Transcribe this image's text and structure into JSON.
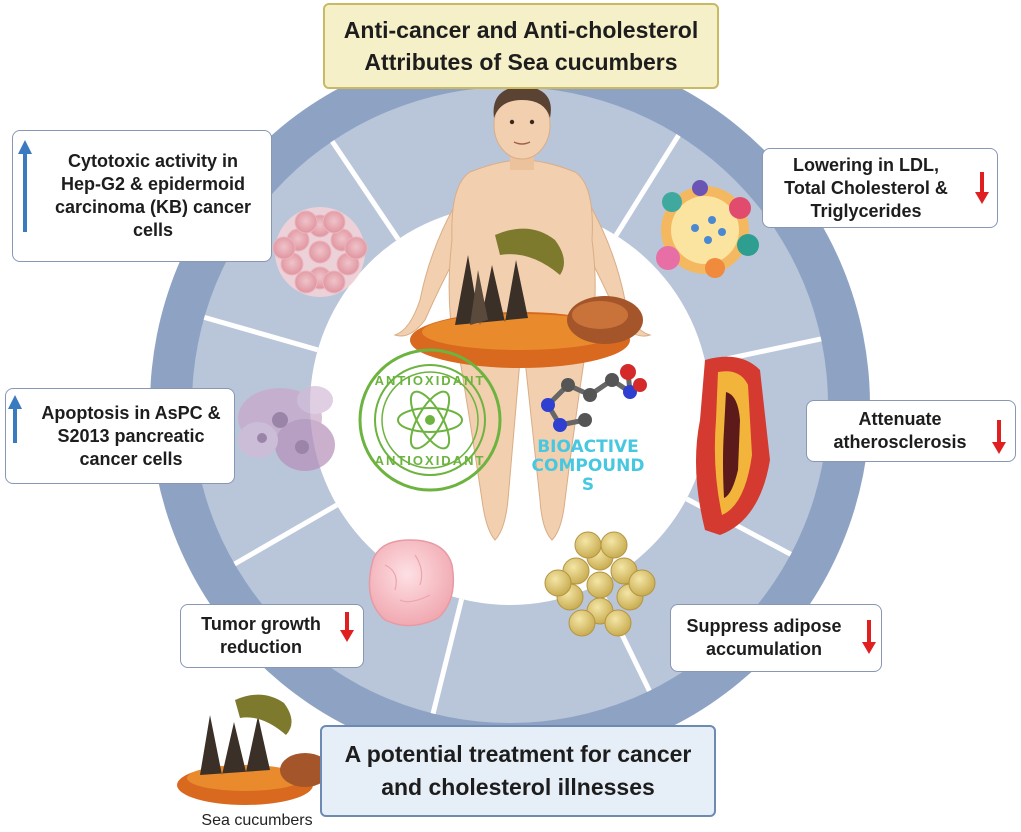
{
  "title": {
    "line1": "Anti-cancer and Anti-cholesterol",
    "line2": "Attributes of Sea cucumbers"
  },
  "left_boxes": [
    {
      "lines": [
        "Cytotoxic activity in",
        "Hep-G2 & epidermoid",
        "carcinoma (KB) cancer",
        "cells"
      ],
      "trend": "up"
    },
    {
      "lines": [
        "Apoptosis in AsPC &",
        "S2013 pancreatic",
        "cancer cells"
      ],
      "trend": "up"
    },
    {
      "lines": [
        "Tumor growth",
        "reduction"
      ],
      "trend": "down"
    }
  ],
  "right_boxes": [
    {
      "lines": [
        "Lowering in LDL,",
        "Total Cholesterol &",
        "Triglycerides"
      ],
      "trend": "down"
    },
    {
      "lines": [
        "Attenuate",
        "atherosclerosis"
      ],
      "trend": "down"
    },
    {
      "lines": [
        "Suppress adipose",
        "accumulation"
      ],
      "trend": "down"
    }
  ],
  "center": {
    "stamp_top": "ANTIOXIDANT",
    "stamp_bottom": "ANTIOXIDANT",
    "bioactive_line1": "BIOACTIVE",
    "bioactive_line2": "COMPOUND",
    "bioactive_line3": "S"
  },
  "bottom_box": {
    "line1": "A potential treatment for cancer",
    "line2": "and cholesterol illnesses"
  },
  "caption": "Sea cucumbers",
  "colors": {
    "outer_ring": "#8ea3c4",
    "inner_ring": "#b9c6da",
    "title_bg": "#f6f0c8",
    "bottom_bg": "#e6eef7",
    "arrow_up": "#3a7bbf",
    "arrow_down": "#e02020",
    "stamp": "#6db33f",
    "bioactive": "#48c8e0",
    "skin": "#f2cfae"
  }
}
